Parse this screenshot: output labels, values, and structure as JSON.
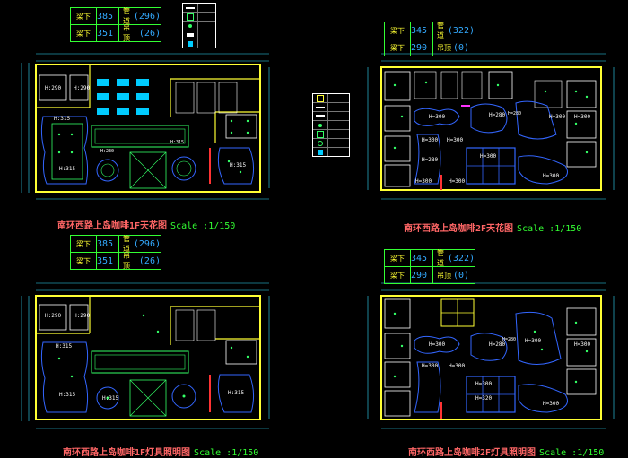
{
  "tables": [
    {
      "id": "t1",
      "rows": [
        {
          "k": "梁下",
          "v": "385",
          "w": "(296)",
          "tag": "管道"
        },
        {
          "k": "梁下",
          "v": "351",
          "w": "(26)",
          "tag": "吊顶"
        }
      ]
    },
    {
      "id": "t2",
      "rows": [
        {
          "k": "梁下",
          "v": "345",
          "w": "(322)",
          "tag": "管道"
        },
        {
          "k": "梁下",
          "v": "290",
          "w": "(0)",
          "tag": "吊顶"
        }
      ]
    },
    {
      "id": "t3",
      "rows": [
        {
          "k": "梁下",
          "v": "385",
          "w": "(296)",
          "tag": "管道"
        },
        {
          "k": "梁下",
          "v": "351",
          "w": "(26)",
          "tag": "吊顶"
        }
      ]
    },
    {
      "id": "t4",
      "rows": [
        {
          "k": "梁下",
          "v": "345",
          "w": "(322)",
          "tag": "管道"
        },
        {
          "k": "梁下",
          "v": "290",
          "w": "(0)",
          "tag": "吊顶"
        }
      ]
    }
  ],
  "captions": {
    "c1": {
      "title": "南环西路上岛咖啡1F天花图",
      "scale": "Scale :1/150"
    },
    "c2": {
      "title": "南环西路上岛咖啡2F天花图",
      "scale": "Scale :1/150"
    },
    "c3": {
      "title": "南环西路上岛咖啡1F灯具照明图",
      "scale": "Scale :1/150"
    },
    "c4": {
      "title": "南环西路上岛咖啡2F灯具照明图",
      "scale": "Scale :1/150"
    }
  },
  "height_labels": {
    "p1": [
      "H:290",
      "H:290",
      "H:315",
      "H:315",
      "H:230",
      "H:315",
      "H:315"
    ],
    "p2": [
      "H=300",
      "H=280",
      "H=300",
      "H=280",
      "H=300",
      "H=300",
      "H=300",
      "H=280",
      "H=300",
      "H=300",
      "H=300",
      "H=300"
    ],
    "p3": [
      "H:290",
      "H:290",
      "H:315",
      "H:315",
      "H:315",
      "H:315"
    ],
    "p4": [
      "H=300",
      "H=280",
      "H=300",
      "H=280",
      "H=300",
      "H=300",
      "H=300",
      "H=300",
      "H=320",
      "H=300"
    ]
  },
  "colors": {
    "wall": "#ffff33",
    "fixture": "#33ff66",
    "furniture": "#3366ff",
    "dim": "#33ddff",
    "accent": "#ff3333",
    "text": "#33ff33"
  }
}
